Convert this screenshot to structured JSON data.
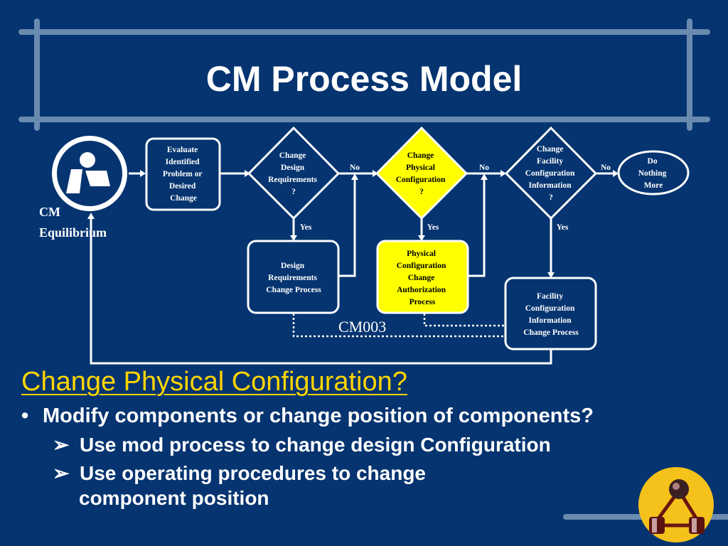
{
  "title": "CM Process Model",
  "colors": {
    "background": "#053470",
    "accent": "#ffd400",
    "line": "#ffffff",
    "frame": "#6a8bb0",
    "logo": "#f4c21a"
  },
  "diagram": {
    "equilibrium_label_1": "CM",
    "equilibrium_label_2": "Equilibrium",
    "evaluate": [
      "Evaluate",
      "Identified",
      "Problem or",
      "Desired",
      "Change"
    ],
    "decision_design": [
      "Change",
      "Design",
      "Requirements",
      "?"
    ],
    "decision_physical": [
      "Change",
      "Physical",
      "Configuration",
      "?"
    ],
    "decision_facility": [
      "Change",
      "Facility",
      "Configuration",
      "Information",
      "?"
    ],
    "do_nothing": [
      "Do",
      "Nothing",
      "More"
    ],
    "design_process": [
      "Design",
      "Requirements",
      "Change Process"
    ],
    "physical_process": [
      "Physical",
      "Configuration",
      "Change",
      "Authorization",
      "Process"
    ],
    "facility_process": [
      "Facility",
      "Configuration",
      "Information",
      "Change Process"
    ],
    "label_no": "No",
    "label_yes": "Yes",
    "cm003": "CM003"
  },
  "heading": "Change Physical Configuration?",
  "bullet_marker": "•",
  "sub_marker": "➢",
  "bullet_1": "Modify components or change position of components?",
  "sub_bullet_1": "Use mod process to change design Configuration",
  "sub_bullet_2_line1": "Use operating procedures to change",
  "sub_bullet_2_line2": "component position"
}
